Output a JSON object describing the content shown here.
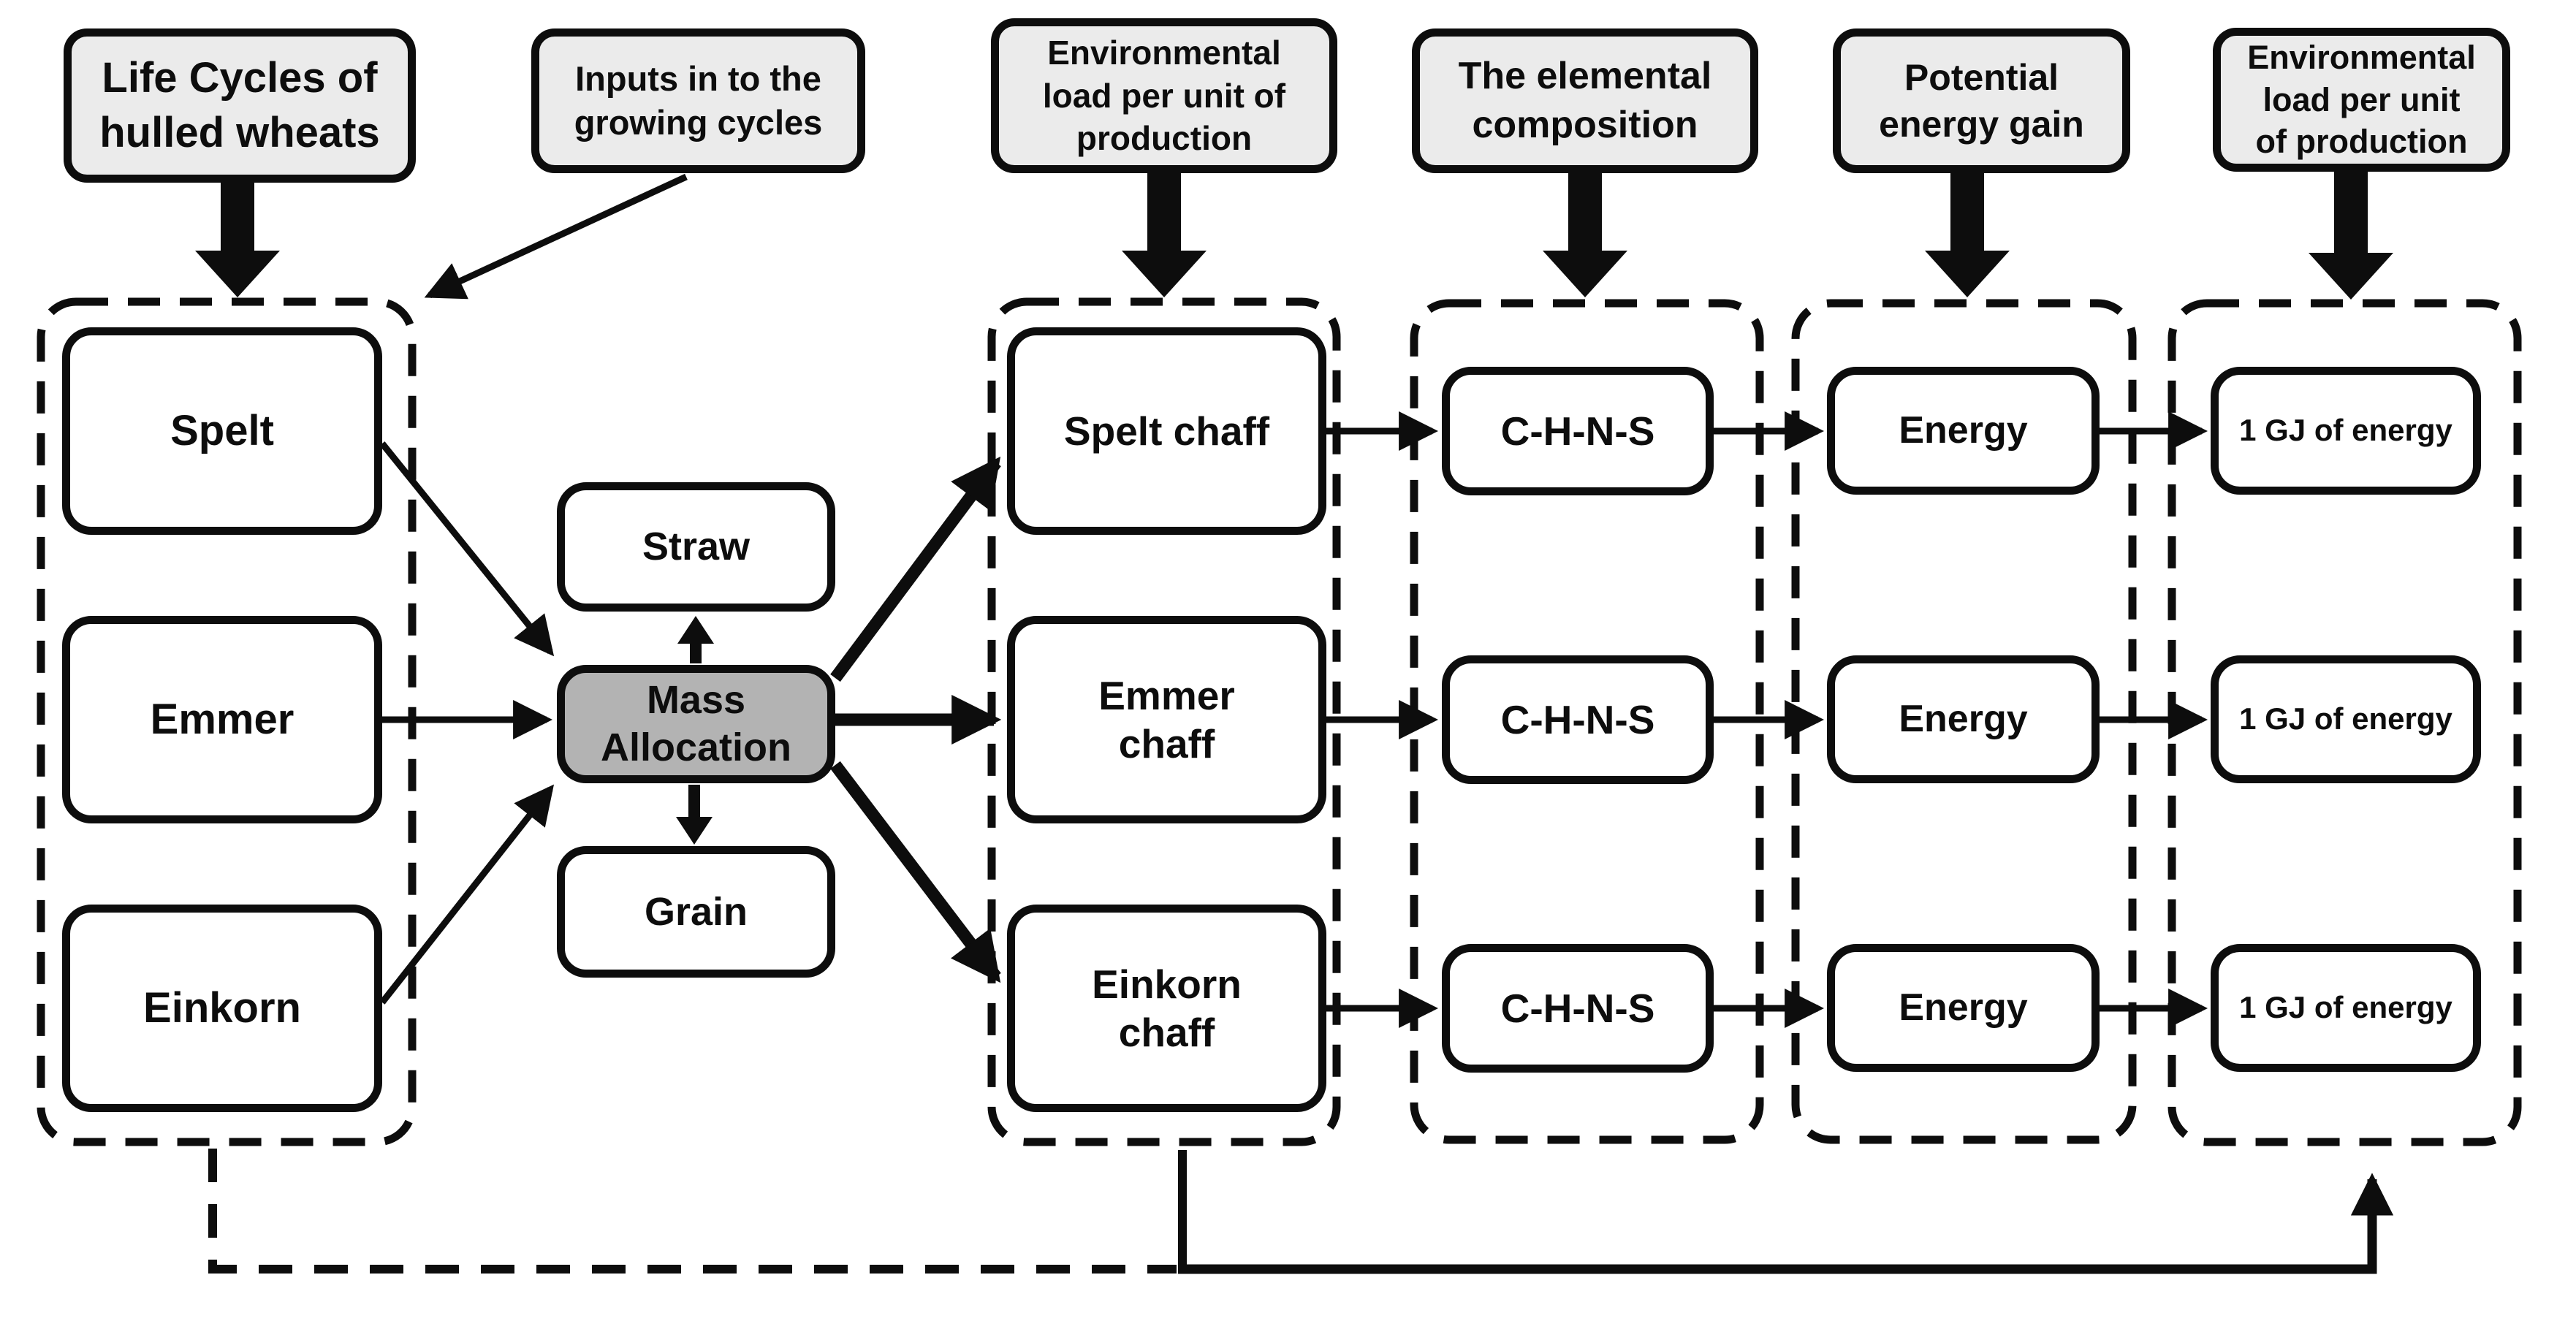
{
  "diagram": {
    "title": "Hulled wheat chaff energy life-cycle flow",
    "colors": {
      "background": "#ffffff",
      "line": "#0d0d0d",
      "header_fill": "#ebebeb",
      "node_fill": "#ffffff",
      "mass_fill": "#b3b3b3",
      "text": "#0d0d0d"
    },
    "headers": {
      "life_cycles": "Life Cycles of\nhulled wheats",
      "inputs": "Inputs in to the\ngrowing cycles",
      "env_load_1": "Environmental\nload per unit of\nproduction",
      "elemental": "The elemental\ncomposition",
      "energy_gain": "Potential\nenergy gain",
      "env_load_2": "Environmental\nload per unit\nof production"
    },
    "crops": [
      {
        "label": "Spelt"
      },
      {
        "label": "Emmer"
      },
      {
        "label": "Einkorn"
      }
    ],
    "allocation": {
      "straw": "Straw",
      "mass": "Mass\nAllocation",
      "grain": "Grain"
    },
    "chaff": [
      {
        "label": "Spelt chaff"
      },
      {
        "label": "Emmer\nchaff"
      },
      {
        "label": "Einkorn\nchaff"
      }
    ],
    "elemental_rows": [
      {
        "label": "C-H-N-S"
      },
      {
        "label": "C-H-N-S"
      },
      {
        "label": "C-H-N-S"
      }
    ],
    "energy_rows": [
      {
        "label": "Energy"
      },
      {
        "label": "Energy"
      },
      {
        "label": "Energy"
      }
    ],
    "output_rows": [
      {
        "label": "1 GJ of energy"
      },
      {
        "label": "1 GJ of energy"
      },
      {
        "label": "1 GJ of energy"
      }
    ]
  }
}
